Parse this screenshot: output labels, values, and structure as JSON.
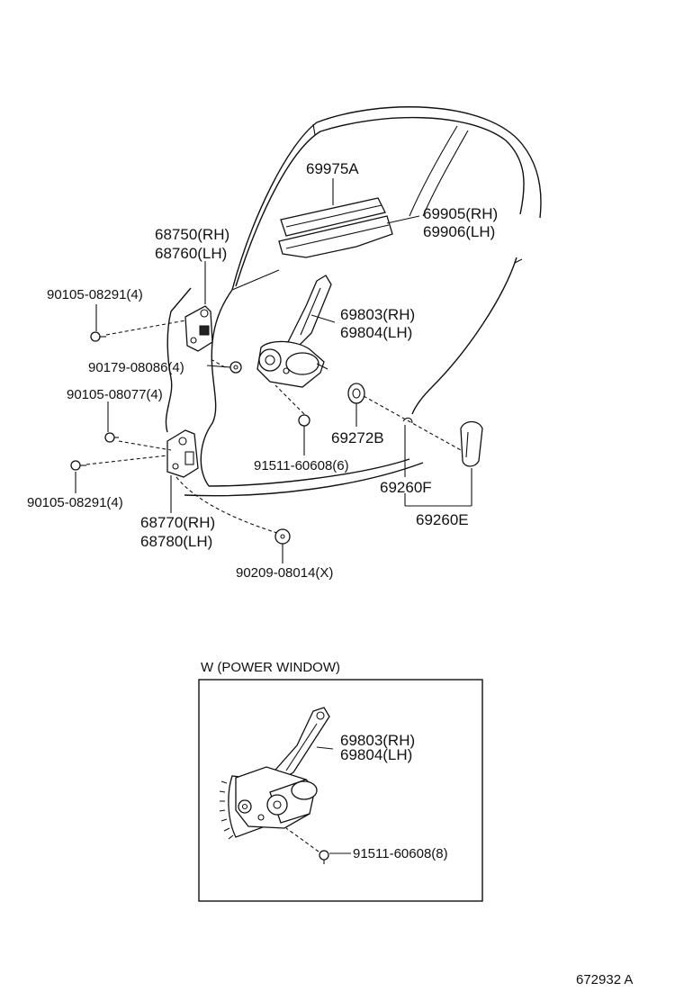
{
  "diagram": {
    "labels": {
      "weatherstrip": "69975A",
      "run_rh": "69905(RH)",
      "run_lh": "69906(LH)",
      "hinge_upper_rh": "68750(RH)",
      "hinge_upper_lh": "68760(LH)",
      "bolt_upper": "90105-08291(4)",
      "nut_upper": "90179-08086(4)",
      "bolt_mid": "90105-08077(4)",
      "bolt_lower": "90105-08291(4)",
      "hinge_lower_rh": "68770(RH)",
      "hinge_lower_lh": "68780(LH)",
      "plug": "90209-08014(X)",
      "regulator_rh": "69803(RH)",
      "regulator_lh": "69804(LH)",
      "bolt_regulator": "91511-60608(6)",
      "ring": "69272B",
      "handle_f": "69260F",
      "handle_e": "69260E"
    },
    "inset": {
      "title": "W (POWER WINDOW)",
      "regulator_rh": "69803(RH)",
      "regulator_lh": "69804(LH)",
      "bolt": "91511-60608(8)"
    },
    "figure_code": "672932 A"
  }
}
